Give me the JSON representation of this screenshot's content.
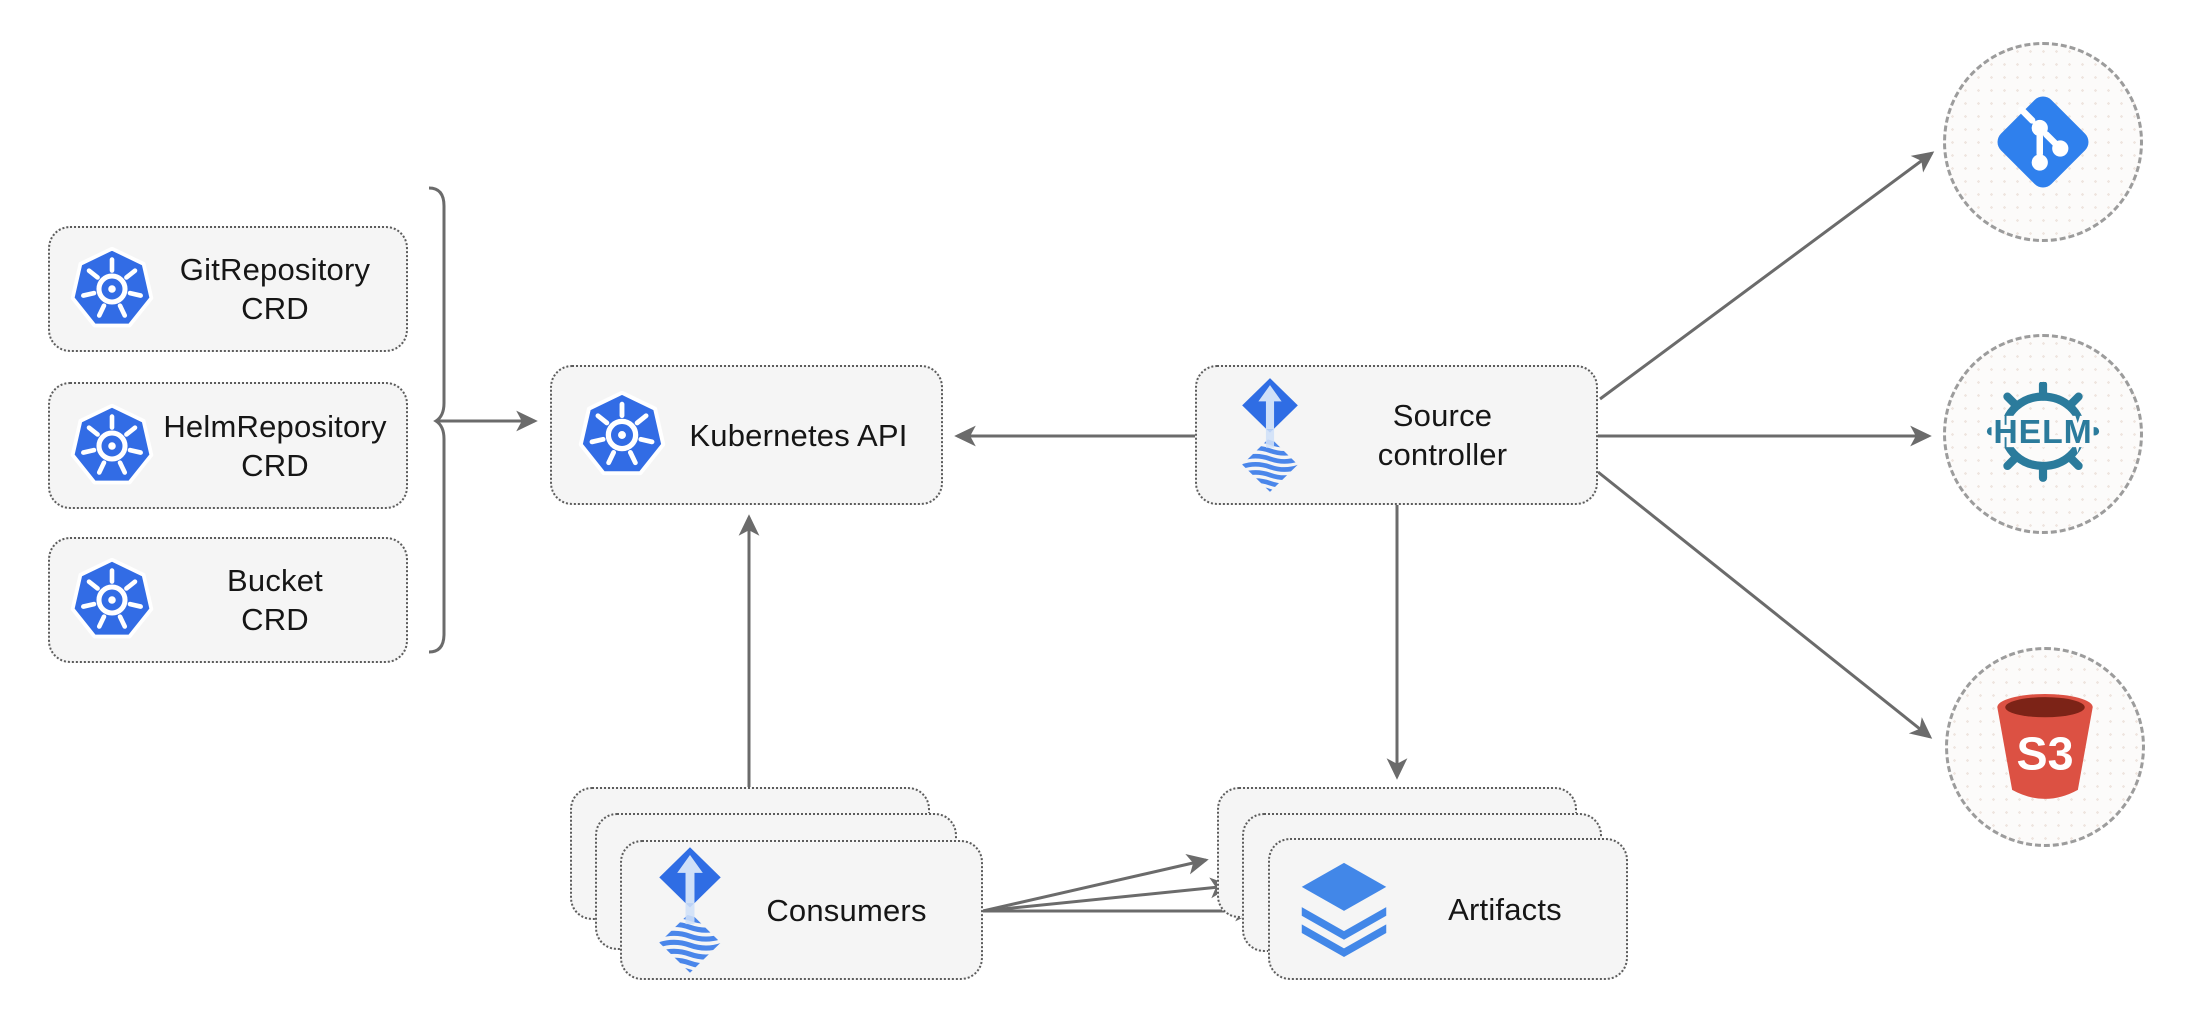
{
  "diagram": {
    "crd_boxes": [
      {
        "name": "gitrepository-crd",
        "line1": "GitRepository",
        "line2": "CRD",
        "icon": "kubernetes-icon"
      },
      {
        "name": "helmrepository-crd",
        "line1": "HelmRepository",
        "line2": "CRD",
        "icon": "kubernetes-icon"
      },
      {
        "name": "bucket-crd",
        "line1": "Bucket",
        "line2": "CRD",
        "icon": "kubernetes-icon"
      }
    ],
    "kubernetes_api": {
      "label": "Kubernetes API",
      "icon": "kubernetes-icon"
    },
    "source_controller": {
      "line1": "Source",
      "line2": "controller",
      "icon": "flux-icon"
    },
    "consumers": {
      "label": "Consumers",
      "icon": "flux-icon",
      "stack_count": 3
    },
    "artifacts": {
      "label": "Artifacts",
      "icon": "layers-icon",
      "stack_count": 3
    },
    "external_endpoints": [
      {
        "name": "git",
        "icon": "git-icon",
        "text": ""
      },
      {
        "name": "helm",
        "icon": "helm-icon",
        "text": "HELM"
      },
      {
        "name": "s3",
        "icon": "s3-bucket-icon",
        "text": "S3"
      }
    ],
    "connections": [
      {
        "from": "crd-bracket",
        "to": "kubernetes-api"
      },
      {
        "from": "source-controller",
        "to": "kubernetes-api"
      },
      {
        "from": "consumers",
        "to": "kubernetes-api"
      },
      {
        "from": "source-controller",
        "to": "artifacts"
      },
      {
        "from": "consumers",
        "to": "artifacts-back"
      },
      {
        "from": "consumers",
        "to": "artifacts-middle"
      },
      {
        "from": "consumers",
        "to": "artifacts-front"
      },
      {
        "from": "source-controller",
        "to": "git"
      },
      {
        "from": "source-controller",
        "to": "helm"
      },
      {
        "from": "source-controller",
        "to": "s3"
      }
    ],
    "colors": {
      "kubernetes_blue": "#326ce5",
      "flux_blue": "#2f6de4",
      "flux_stripe_blue": "#4a86ea",
      "flux_arrow_light": "#cfe0f8",
      "layers_blue": "#4287e8",
      "git_blue": "#2f80ed",
      "helm_teal": "#2b7b9c",
      "s3_red": "#dc5143",
      "s3_dark_red": "#7c2317",
      "node_fill": "#f5f5f5",
      "node_border": "#5c5c5c",
      "circle_border": "#9c9c9c",
      "connector_gray": "#6b6b6b"
    }
  }
}
